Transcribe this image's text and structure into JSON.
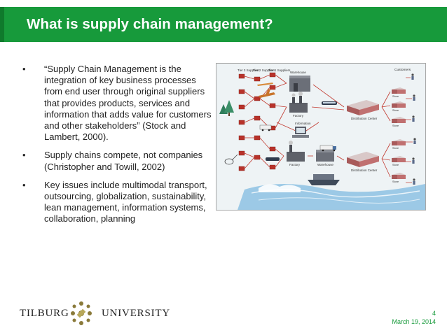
{
  "slide": {
    "title": "What is supply chain management?",
    "bullets": [
      "“Supply Chain Management is the integration of key business processes from end user through original suppliers that provides products, services and information that adds value for customers and other stakeholders” (Stock and Lambert, 2000).",
      "Supply chains compete, not companies (Christopher and Towill, 2002)",
      "Key issues include multimodal transport, outsourcing, globalization, sustainability, lean management, information systems, collaboration, planning"
    ],
    "bullet_marker": "•"
  },
  "figure": {
    "tier_labels": [
      "Tier 3 Suppliers",
      "Tier 2 Suppliers",
      "Tier 1 Suppliers"
    ],
    "labels": {
      "warehouse_top": "Warehouse",
      "factory_top": "Factory",
      "information": "Information",
      "factory_bottom": "Factory",
      "warehouse_bottom": "Warehouse",
      "dc_top": "Distribution Center",
      "dc_bottom": "Distribution Center",
      "customers": "Customers",
      "store": "Store"
    },
    "colors": {
      "supplier_box": "#b8322a",
      "arrow": "#c23a30",
      "sky": "#eef3f5",
      "water": "#9cc9e6",
      "building": "#6b6f78"
    }
  },
  "footer": {
    "logo_left": "TILBURG",
    "logo_right": "UNIVERSITY",
    "page_number": "4",
    "date": "March 19, 2014"
  },
  "theme": {
    "accent": "#179a3b",
    "text": "#222222"
  }
}
